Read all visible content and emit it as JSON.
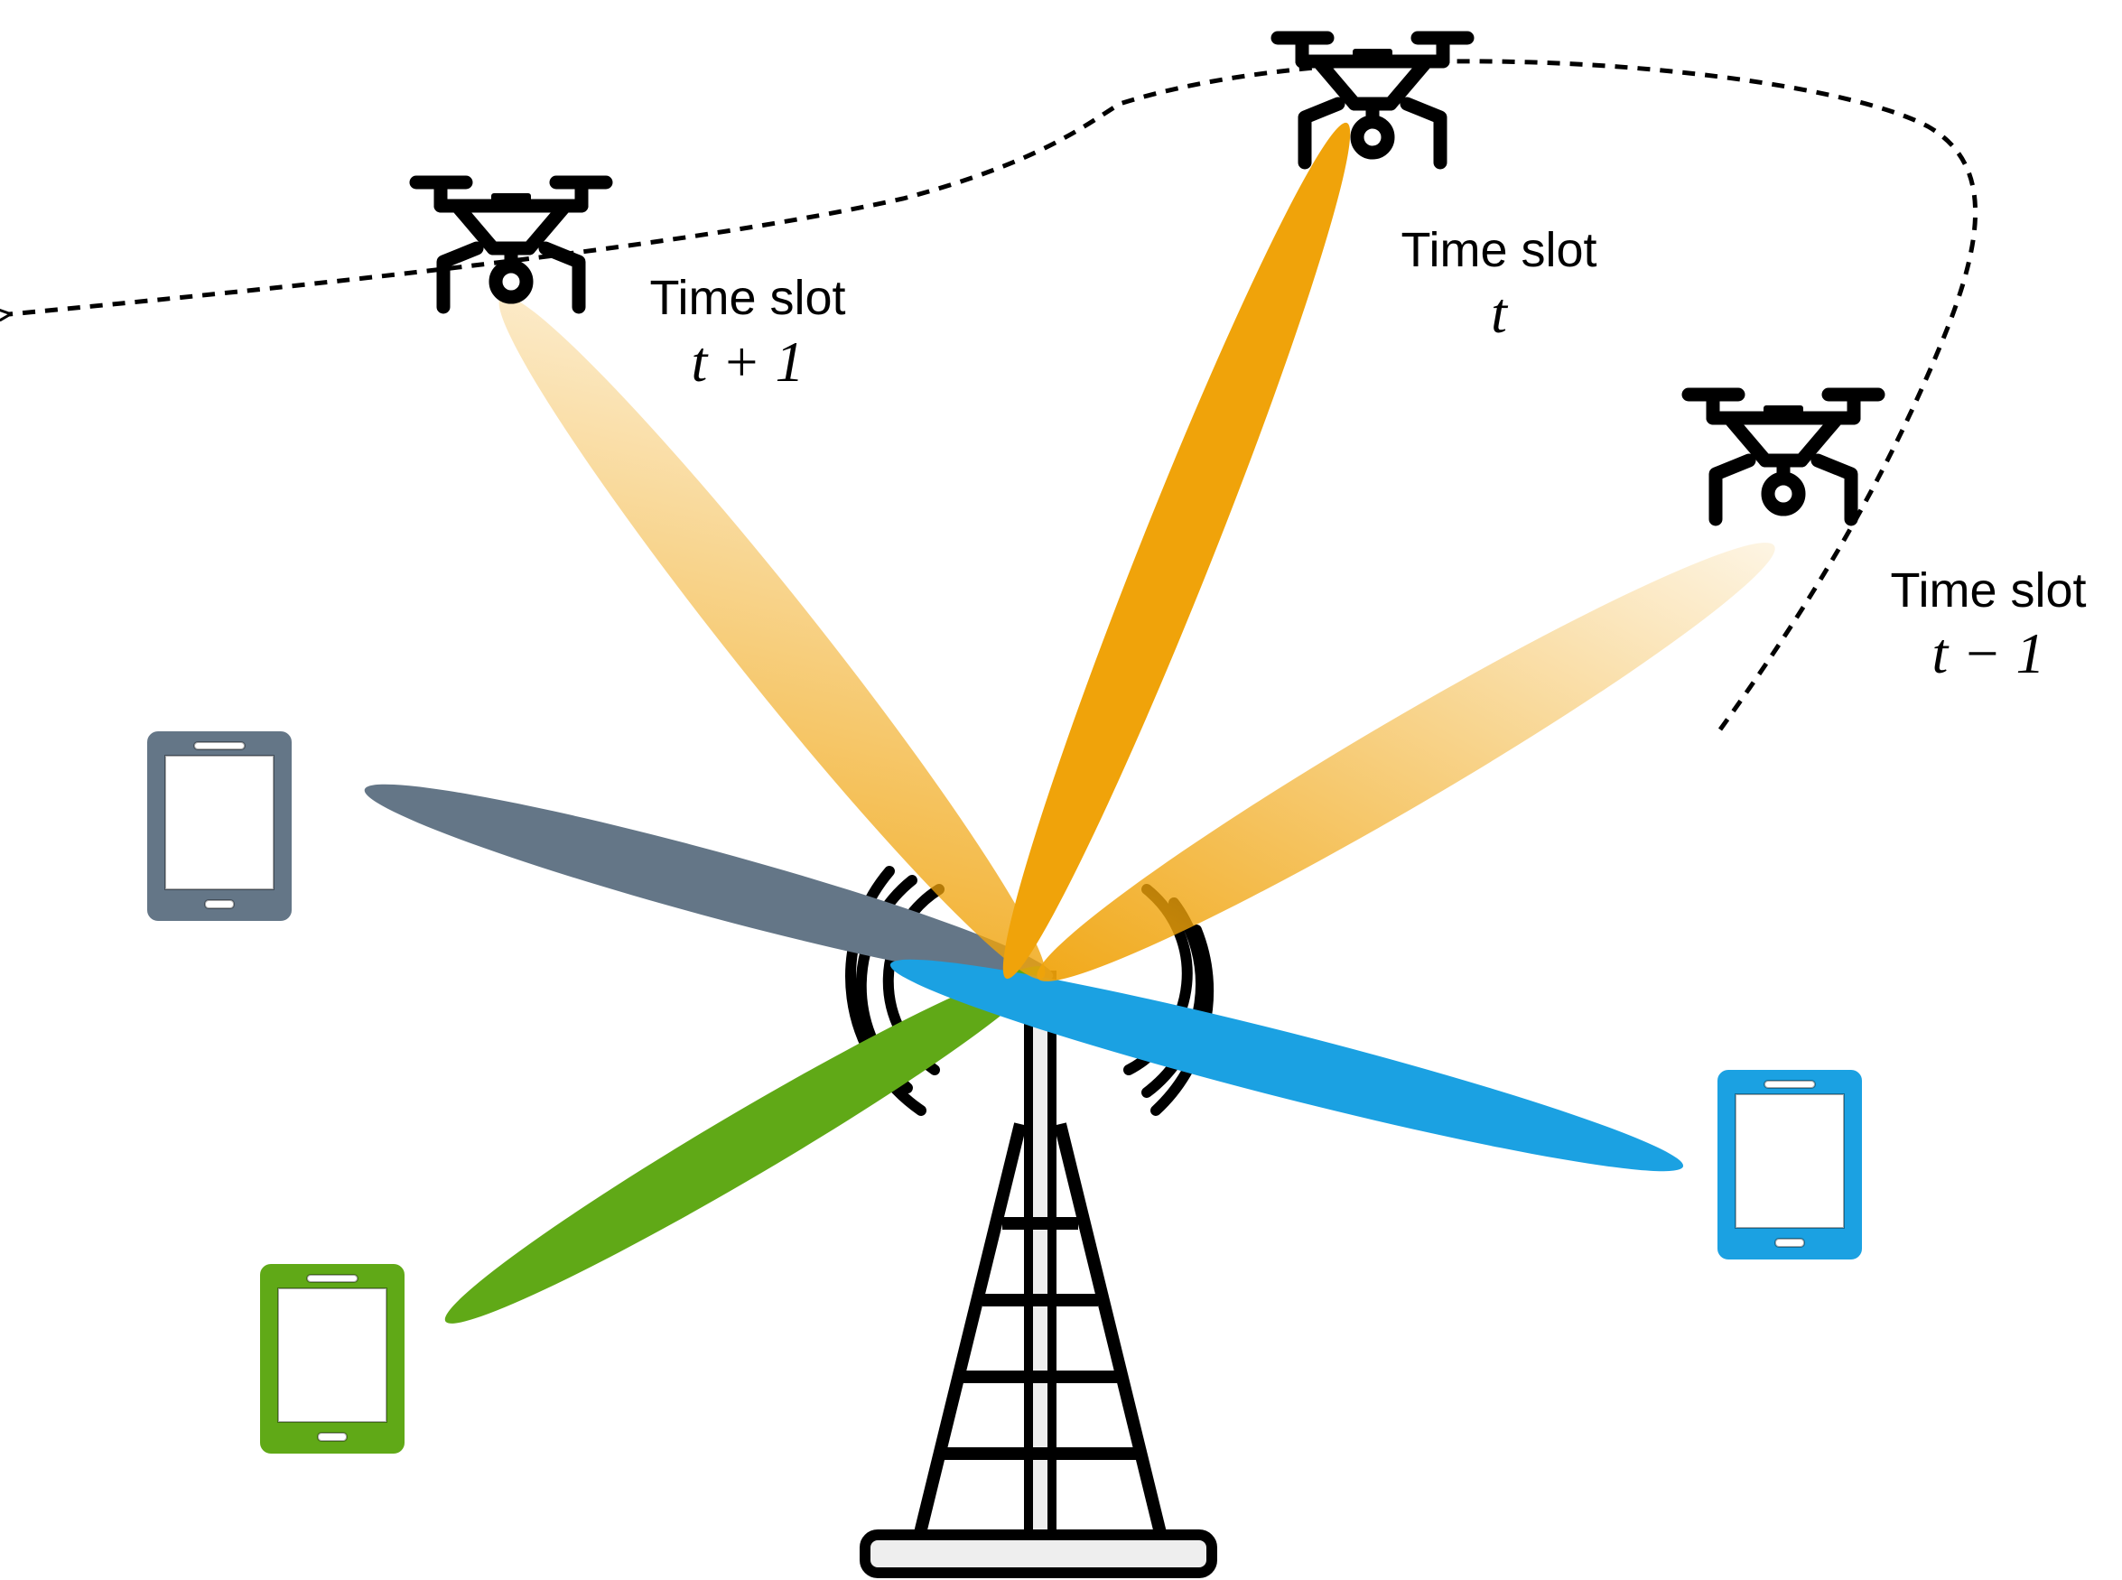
{
  "diagram": {
    "labels": {
      "slot_t_plus_1": {
        "line1": "Time slot",
        "line2": "t + 1"
      },
      "slot_t": {
        "line1": "Time slot",
        "line2": "t"
      },
      "slot_t_minus_1": {
        "line1": "Time slot",
        "line2": "t − 1"
      }
    },
    "colors": {
      "beam_uav_strong": "#F0A30A",
      "beam_uav_fade": "#F0A30A",
      "beam_user_gray": "#647687",
      "beam_user_green": "#60A917",
      "beam_user_blue": "#1BA1E2",
      "phone_gray": "#647687",
      "phone_green": "#60A917",
      "phone_blue": "#1BA1E2",
      "tower_fill": "#EEEEEE",
      "line": "#000000"
    },
    "icons": {
      "uav": "drone-icon",
      "phone": "smartphone-icon",
      "tower": "base-station-tower-icon",
      "signal": "radio-waves-icon"
    }
  }
}
